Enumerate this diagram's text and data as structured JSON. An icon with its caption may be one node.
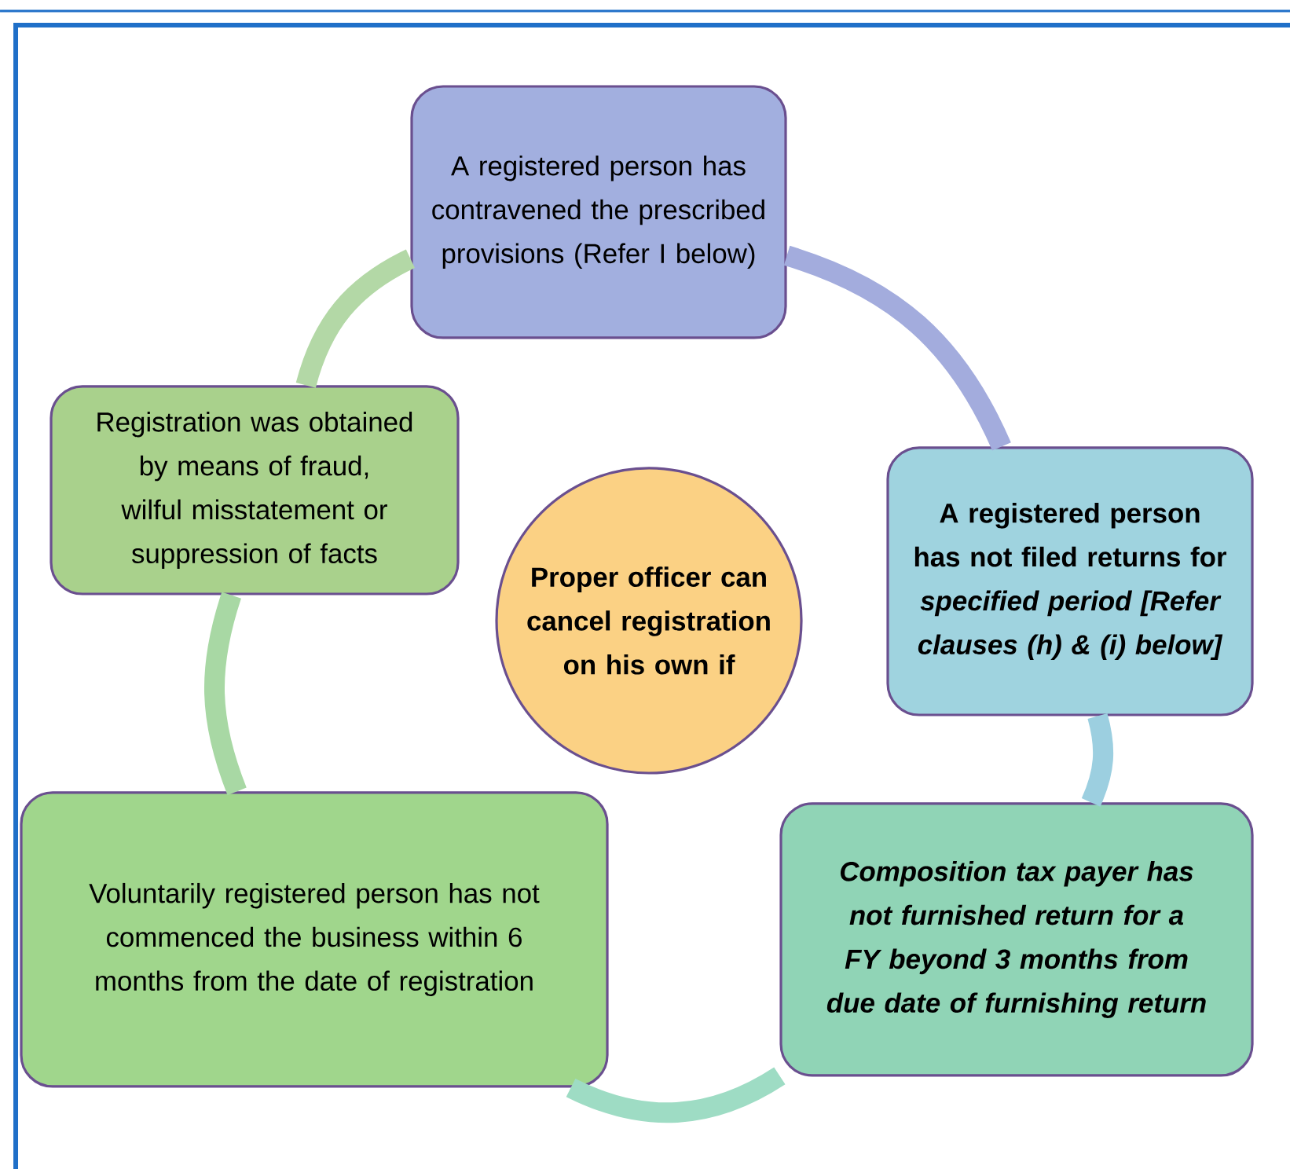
{
  "diagram": {
    "nodes": [
      {
        "text": [
          "A registered person has contravened the prescribed provisions (Refer I below)"
        ]
      },
      {
        "text": [
          "Registration was obtained by means of fraud, wilful misstatement or suppression of facts"
        ]
      },
      {
        "text": [
          "Proper officer can cancel registration on his own if"
        ]
      },
      {
        "text": [
          "A registered person has not filed returns for *specified period [Refer clauses (h) & (i) below]*"
        ]
      },
      {
        "text": [
          "Voluntarily registered person has not commenced the business within 6 months from the date of registration"
        ]
      },
      {
        "text": [
          "Composition tax payer has not furnished return for a FY beyond 3 months from due date of furnishing return"
        ]
      }
    ],
    "edges": [
      {
        "from": 0,
        "to": 3,
        "arrow": "none",
        "color": "#a3acdd"
      },
      {
        "from": 3,
        "to": 5,
        "arrow": "none",
        "color": "#9ccfe0"
      },
      {
        "from": 5,
        "to": 4,
        "arrow": "none",
        "color": "#9edcc4"
      },
      {
        "from": 4,
        "to": 1,
        "arrow": "none",
        "color": "#a8d8a4"
      },
      {
        "from": 1,
        "to": 0,
        "arrow": "none",
        "color": "#b3d8a6"
      }
    ]
  }
}
